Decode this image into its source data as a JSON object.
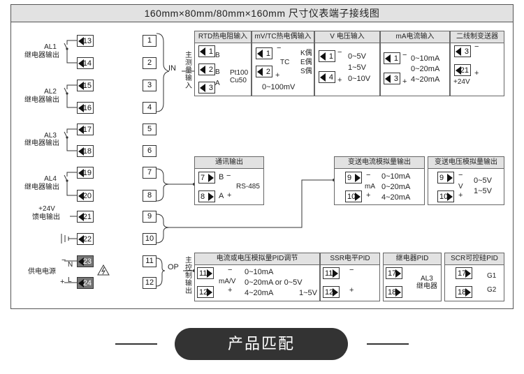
{
  "title": "160mm×80mm/80mm×160mm 尺寸仪表端子接线图",
  "left": {
    "terminals": [
      "13",
      "14",
      "15",
      "16",
      "17",
      "18",
      "19",
      "20",
      "21",
      "22",
      "23",
      "24"
    ],
    "al1": "AL1",
    "al1_sub": "继电器输出",
    "al2": "AL2",
    "al2_sub": "继电器输出",
    "al3": "AL3",
    "al3_sub": "继电器输出",
    "al4": "AL4",
    "al4_sub": "继电器输出",
    "v24": "+24V",
    "v24_sub": "馈电输出",
    "power": "供电电源",
    "n": "N",
    "l": "L"
  },
  "right_terminals": [
    "1",
    "2",
    "3",
    "4",
    "5",
    "6",
    "7",
    "8",
    "9",
    "10",
    "11",
    "12"
  ],
  "in_label": "IN",
  "in_vertical": "主测量输入",
  "op_label": "OP",
  "op_vertical": "主控制输出",
  "rtd": {
    "title": "RTD热电阻输入",
    "t": [
      "1",
      "2",
      "3"
    ],
    "b1": "B",
    "b2": "B",
    "a": "A",
    "pt": "Pt100",
    "cu": "Cu50"
  },
  "tc": {
    "title": "mV/TC热电偶输入",
    "t": [
      "1",
      "2"
    ],
    "minus": "−",
    "tc": "TC",
    "plus": "+",
    "k": "K偶",
    "e": "E偶",
    "s": "S偶",
    "range": "0~100mV"
  },
  "v": {
    "title": "V 电压输入",
    "t": [
      "1",
      "4"
    ],
    "minus": "−",
    "plus": "+",
    "r1": "0~5V",
    "r2": "1~5V",
    "r3": "0~10V"
  },
  "ma": {
    "title": "mA电流输入",
    "t": [
      "1",
      "3"
    ],
    "minus": "−",
    "plus": "+",
    "r1": "0~10mA",
    "r2": "0~20mA",
    "r3": "4~20mA"
  },
  "two": {
    "title": "二线制变送器",
    "t": [
      "3",
      "21"
    ],
    "minus": "−",
    "plus": "+",
    "v": "+24V"
  },
  "comm": {
    "title": "通讯输出",
    "t": [
      "7",
      "8"
    ],
    "b": "B",
    "a": "A",
    "minus": "−",
    "plus": "+",
    "rs": "RS-485"
  },
  "ai": {
    "title": "变送电流模拟量输出",
    "t": [
      "9",
      "10"
    ],
    "minus": "−",
    "plus": "+",
    "unit": "mA",
    "r1": "0~10mA",
    "r2": "0~20mA",
    "r3": "4~20mA"
  },
  "av": {
    "title": "变送电压模拟量输出",
    "t": [
      "9",
      "10"
    ],
    "minus": "−",
    "plus": "+",
    "unit": "V",
    "r1": "0~5V",
    "r2": "1~5V"
  },
  "pid": {
    "title": "电流或电压模拟量PID调节",
    "t": [
      "11",
      "12"
    ],
    "minus": "−",
    "plus": "+",
    "unit": "mA/V",
    "r1": "0~10mA",
    "r2": "0~20mA or 0~5V",
    "r3a": "4~20mA",
    "r3b": "1~5V"
  },
  "ssr": {
    "title": "SSR电平PID",
    "t": [
      "11",
      "12"
    ],
    "minus": "−",
    "plus": "+"
  },
  "relay": {
    "title": "继电器PID",
    "t": [
      "17",
      "18"
    ],
    "al3": "AL3",
    "sub": "继电器"
  },
  "scr": {
    "title": "SCR可控硅PID",
    "t": [
      "17",
      "18"
    ],
    "g1": "G1",
    "g2": "G2"
  },
  "footer": "产品匹配"
}
